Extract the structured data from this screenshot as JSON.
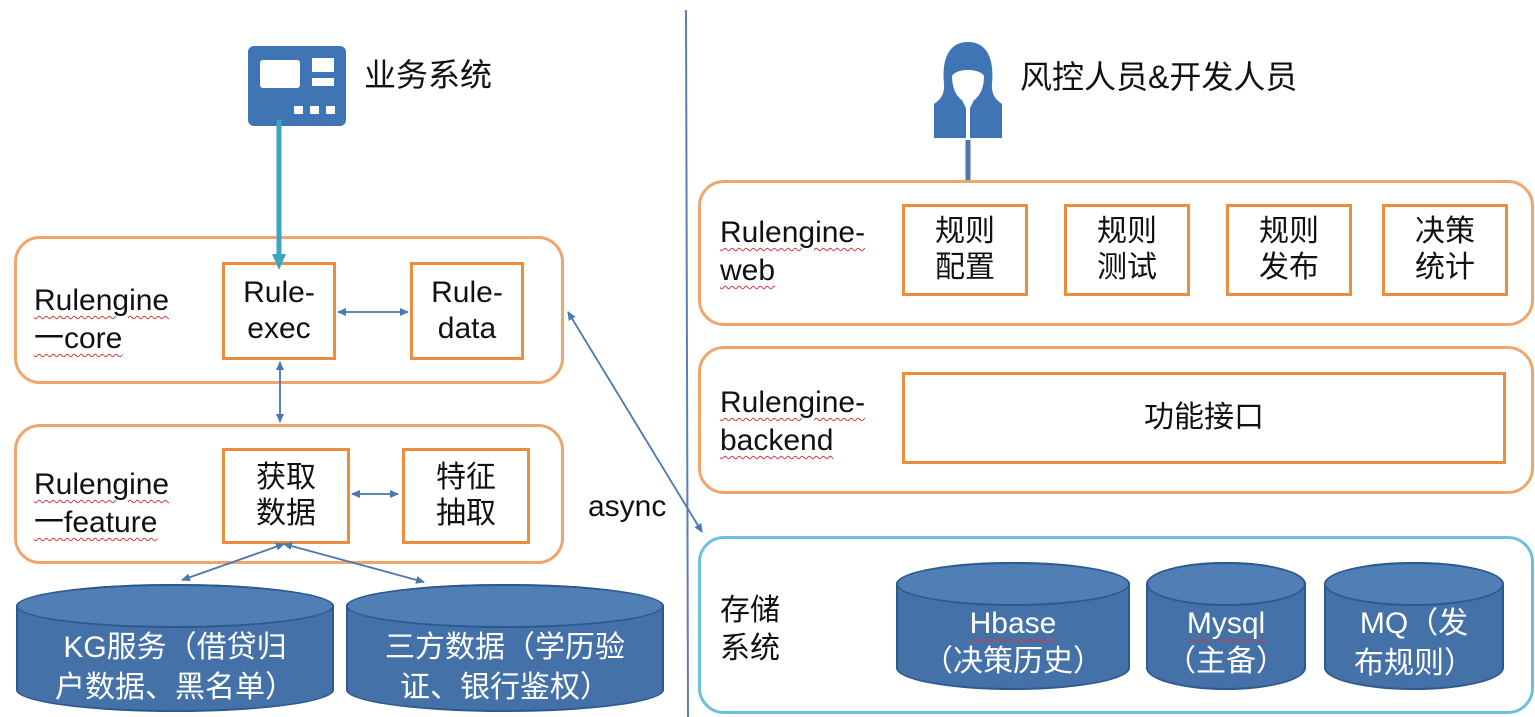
{
  "left": {
    "business_system": "业务系统",
    "core": {
      "label": "Rulengine\n一core",
      "rule_exec": "Rule-\nexec",
      "rule_data": "Rule-\ndata"
    },
    "feature": {
      "label": "Rulengine\n一feature",
      "get_data": "获取\n数据",
      "feature_extract": "特征\n抽取"
    },
    "kg_service": "KG服务（借贷归\n户数据、黑名单）",
    "third_party": "三方数据（学历验\n证、银行鉴权）",
    "async": "async"
  },
  "right": {
    "staff": "风控人员&开发人员",
    "web": {
      "label": "Rulengine-\nweb",
      "items": [
        "规则\n配置",
        "规则\n测试",
        "规则\n发布",
        "决策\n统计"
      ]
    },
    "backend": {
      "label": "Rulengine-\nbackend",
      "api": "功能接口"
    },
    "storage": {
      "label": "存储\n系统",
      "hbase": {
        "name": "Hbase",
        "desc": "（决策历史）"
      },
      "mysql": {
        "name": "Mysql",
        "desc": "（主备）"
      },
      "mq": "MQ（发\n布规则）"
    }
  },
  "colors": {
    "orange_border": "#ea8d3e",
    "blue_cylinder": "#4472a8",
    "icon_blue": "#3f75b4",
    "arrow": "#4a78b0",
    "storage_border": "#6cc0dc"
  },
  "icons": [
    "computer-terminal-icon",
    "person-icon"
  ]
}
